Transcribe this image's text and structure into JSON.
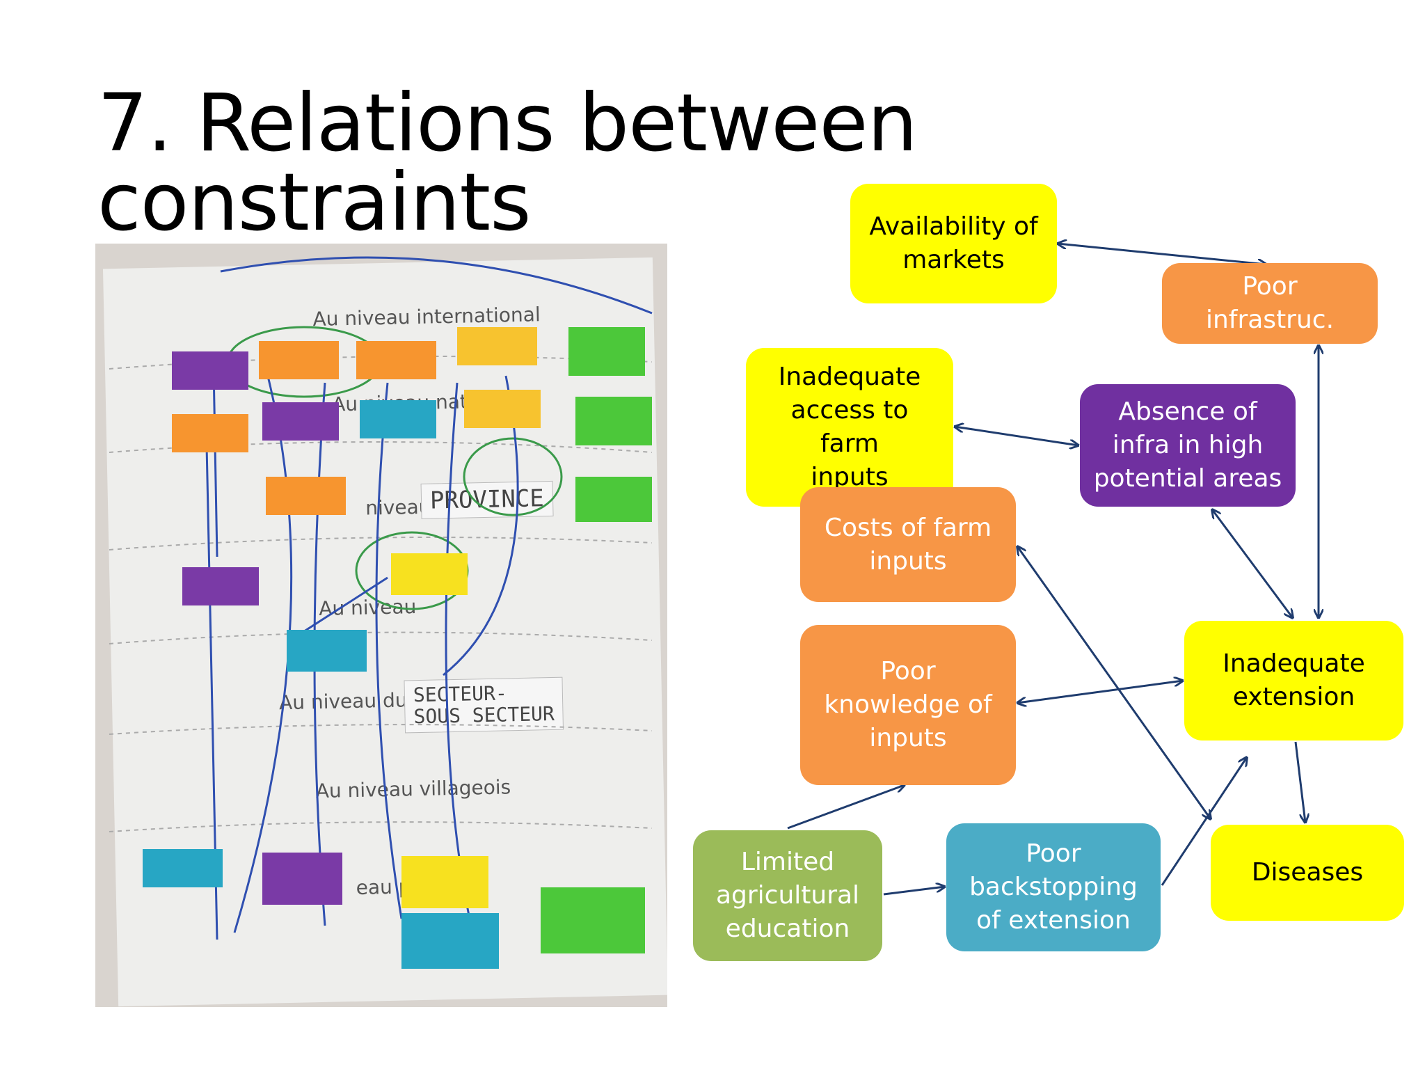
{
  "title": "7. Relations between constraints",
  "photo": {
    "levels": [
      "Au niveau international",
      "Au niveau national",
      "niveau",
      "Au niveau",
      "Au niveau du",
      "Au niveau villageois",
      "eau p"
    ],
    "province_label": "PROVINCE",
    "secteur_label": "SECTEUR-\nSOUS SECTEUR"
  },
  "colors": {
    "yellow": "#ffff00",
    "orange": "#f79646",
    "purple": "#7030a0",
    "green": "#9bbb59",
    "blue": "#4bacc6",
    "arrow": "#1f3c6e"
  },
  "nodes": {
    "availability": "Availability of\nmarkets",
    "poor_infra": "Poor infrastruc.",
    "inadequate_access": "Inadequate\naccess to farm\ninputs",
    "absence_infra": "Absence of\ninfra in high\npotential areas",
    "costs": "Costs of farm\ninputs",
    "poor_knowledge": "Poor\nknowledge  of\ninputs",
    "inadequate_extension": "Inadequate\nextension",
    "limited_education": "Limited\nagricultural\neducation",
    "poor_backstopping": "Poor\nbackstopping\nof extension",
    "diseases": "Diseases"
  },
  "edges": [
    [
      "availability",
      "poor_infra",
      "both"
    ],
    [
      "inadequate_access",
      "absence_infra",
      "both"
    ],
    [
      "poor_infra",
      "inadequate_extension",
      "both"
    ],
    [
      "absence_infra",
      "inadequate_extension",
      "both"
    ],
    [
      "poor_knowledge",
      "inadequate_extension",
      "both"
    ],
    [
      "inadequate_extension",
      "diseases",
      "forward"
    ],
    [
      "limited_education",
      "poor_knowledge",
      "forward"
    ],
    [
      "limited_education",
      "poor_backstopping",
      "forward"
    ],
    [
      "poor_backstopping",
      "inadequate_extension",
      "forward"
    ],
    [
      "costs",
      "diseases",
      "both"
    ]
  ]
}
